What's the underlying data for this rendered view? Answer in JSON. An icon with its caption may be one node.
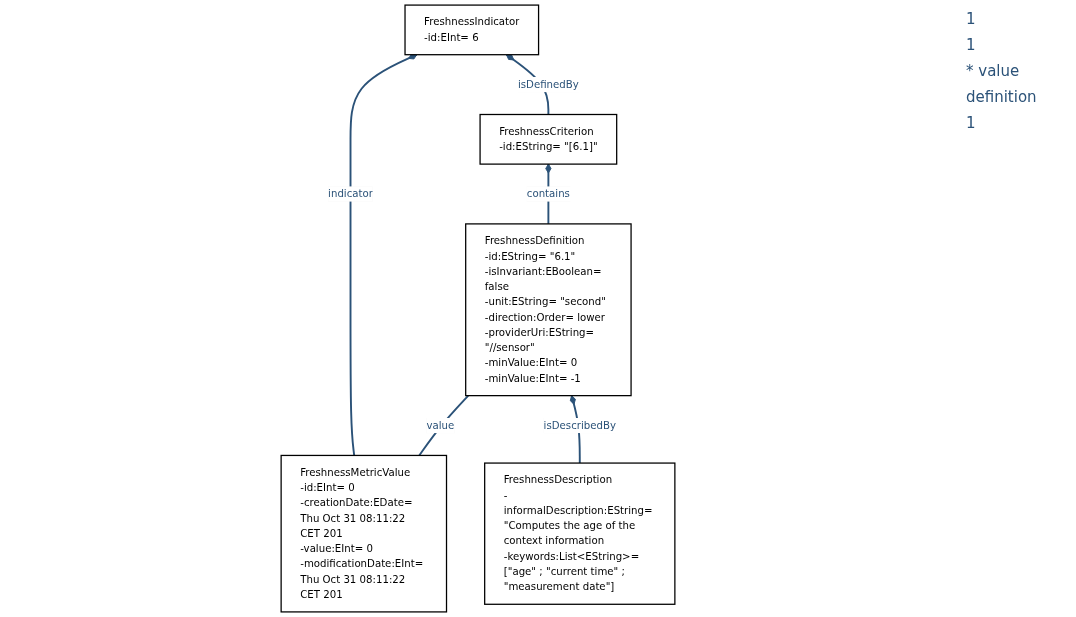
{
  "diagram": {
    "nodes": [
      {
        "text": [
          "FreshnessIndicator",
          "-id:EInt= 6"
        ]
      },
      {
        "text": [
          "FreshnessCriterion",
          "-id:EString= \"[6.1]\""
        ]
      },
      {
        "text": [
          "FreshnessDefinition",
          "-id:EString= \"6.1\"",
          "-isInvariant:EBoolean= false",
          "-unit:EString= \"second\"",
          "-direction:Order= lower",
          "-providerUri:EString= \"//sensor\"",
          "-minValue:EInt= 0",
          "-minValue:EInt= -1"
        ]
      },
      {
        "text": [
          "FreshnessMetricValue",
          "-id:EInt= 0",
          "-creationDate:EDate= Thu Oct 31 08:11:22 CET 201",
          "-value:EInt= 0",
          "-modificationDate:EInt= Thu Oct 31 08:11:22 CET 201"
        ]
      },
      {
        "text": [
          "FreshnessDescription",
          "-informalDescription:EString= \"Computes the age of the context information",
          "-keywords:List<EString>= [\"age\" ; \"current time\" ; \"measurement date\"]"
        ]
      }
    ],
    "edges": [
      {
        "from": 1,
        "to": 0,
        "arrow": "other",
        "label": "isDefinedBy"
      },
      {
        "from": 3,
        "to": 0,
        "arrow": "other",
        "label": "indicator"
      },
      {
        "from": 2,
        "to": 1,
        "arrow": "other",
        "label": "contains"
      },
      {
        "from": 3,
        "to": 2,
        "arrow": "none",
        "label": "value"
      },
      {
        "from": 4,
        "to": 2,
        "arrow": "other",
        "label": "isDescribedBy"
      }
    ],
    "labels": [
      "1",
      "1",
      "* value",
      "definition",
      "1"
    ]
  }
}
